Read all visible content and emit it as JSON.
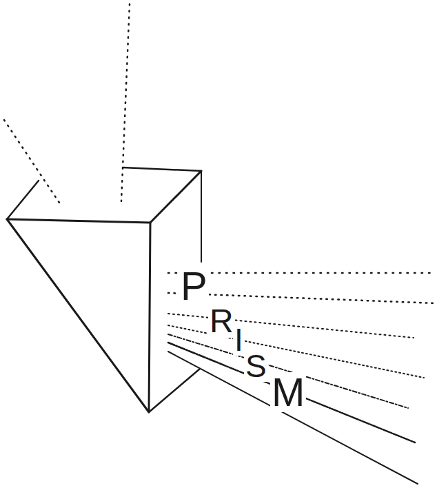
{
  "diagram": {
    "labels": [
      "P",
      "R",
      "I",
      "S",
      "M"
    ]
  }
}
